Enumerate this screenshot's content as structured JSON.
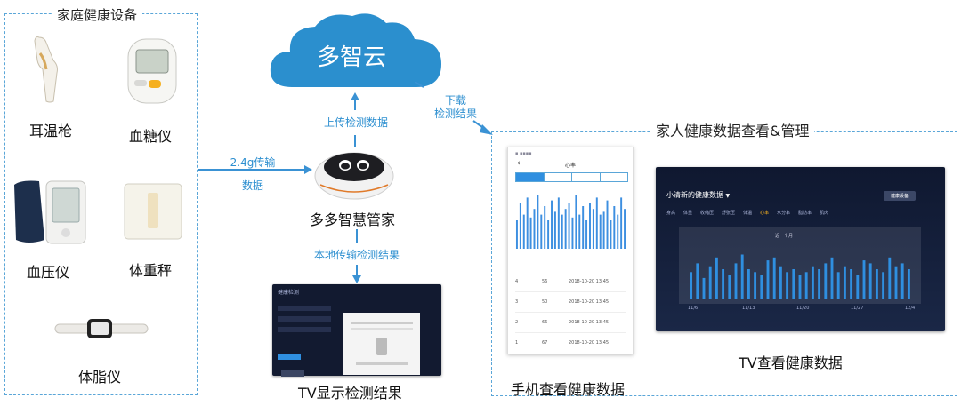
{
  "home_devices": {
    "title": "家庭健康设备",
    "items": [
      {
        "label": "耳温枪"
      },
      {
        "label": "血糖仪"
      },
      {
        "label": "血压仪"
      },
      {
        "label": "体重秤"
      },
      {
        "label": "体脂仪"
      }
    ]
  },
  "cloud": {
    "label": "多智云"
  },
  "hub": {
    "label": "多多智慧管家"
  },
  "arrows": {
    "transmit_l1": "2.4g传输",
    "transmit_l2": "数据",
    "upload": "上传检测数据",
    "download_l1": "下载",
    "download_l2": "检测结果",
    "local": "本地传输检测结果"
  },
  "tv_result": {
    "caption": "TV显示检测结果"
  },
  "family_view": {
    "title": "家人健康数据查看&管理",
    "phone_caption": "手机查看健康数据",
    "tv_caption": "TV查看健康数据"
  },
  "phone_screen": {
    "title": "心率",
    "rows": [
      {
        "idx": "4",
        "val": "56",
        "time": "2018-10-20 13:45"
      },
      {
        "idx": "3",
        "val": "50",
        "time": "2018-10-20 13:45"
      },
      {
        "idx": "2",
        "val": "66",
        "time": "2018-10-20 13:45"
      },
      {
        "idx": "1",
        "val": "67",
        "time": "2018-10-20 13:45"
      }
    ]
  },
  "tv_screen": {
    "heading": "小清新的健康数据",
    "button": "健康设备",
    "tabs": [
      "身高",
      "体重",
      "收缩压",
      "舒张压",
      "体温",
      "心率",
      "水分率",
      "脂肪率",
      "肌肉"
    ],
    "active_tab": "心率",
    "period": "近一个月",
    "x_ticks": [
      "11/6",
      "11/13",
      "11/20",
      "11/27",
      "12/4"
    ],
    "bars": [
      0.45,
      0.6,
      0.35,
      0.55,
      0.7,
      0.5,
      0.4,
      0.6,
      0.75,
      0.5,
      0.45,
      0.4,
      0.65,
      0.7,
      0.55,
      0.45,
      0.5,
      0.4,
      0.45,
      0.55,
      0.5,
      0.6,
      0.7,
      0.45,
      0.55,
      0.5,
      0.4,
      0.65,
      0.6,
      0.5,
      0.45,
      0.7,
      0.55,
      0.6,
      0.5
    ],
    "accent": "#2f8fe0"
  },
  "phone_bars": [
    0.5,
    0.8,
    0.6,
    0.9,
    0.55,
    0.7,
    0.95,
    0.6,
    0.75,
    0.5,
    0.85,
    0.65,
    0.9,
    0.6,
    0.7,
    0.8,
    0.55,
    0.95,
    0.6,
    0.75,
    0.5,
    0.8,
    0.7,
    0.9,
    0.6,
    0.65,
    0.85,
    0.5,
    0.75,
    0.6,
    0.9,
    0.7
  ],
  "colors": {
    "dashed": "#5aa6d8",
    "arrow": "#3a92d4",
    "cloud": "#2b8fce"
  }
}
